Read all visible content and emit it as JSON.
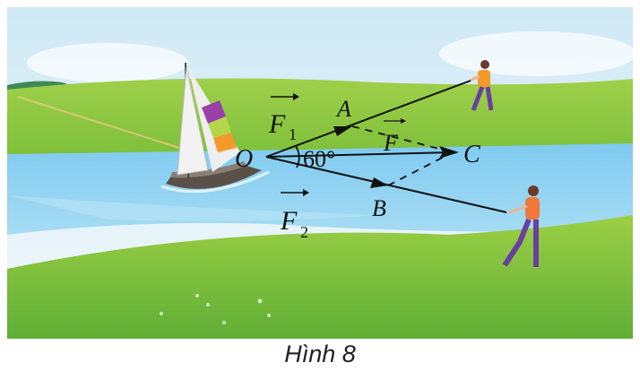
{
  "figure": {
    "caption": "Hình 8",
    "labels": {
      "origin": "O",
      "point_a": "A",
      "point_b": "B",
      "point_c": "C",
      "force_1": "F",
      "force_1_sub": "1",
      "force_2": "F",
      "force_2_sub": "2",
      "resultant": "F",
      "angle": "60°"
    },
    "colors": {
      "sky": "#dff1f8",
      "grass": "#8cc63f",
      "river": "#8fd0ee",
      "line": "#111111"
    }
  }
}
